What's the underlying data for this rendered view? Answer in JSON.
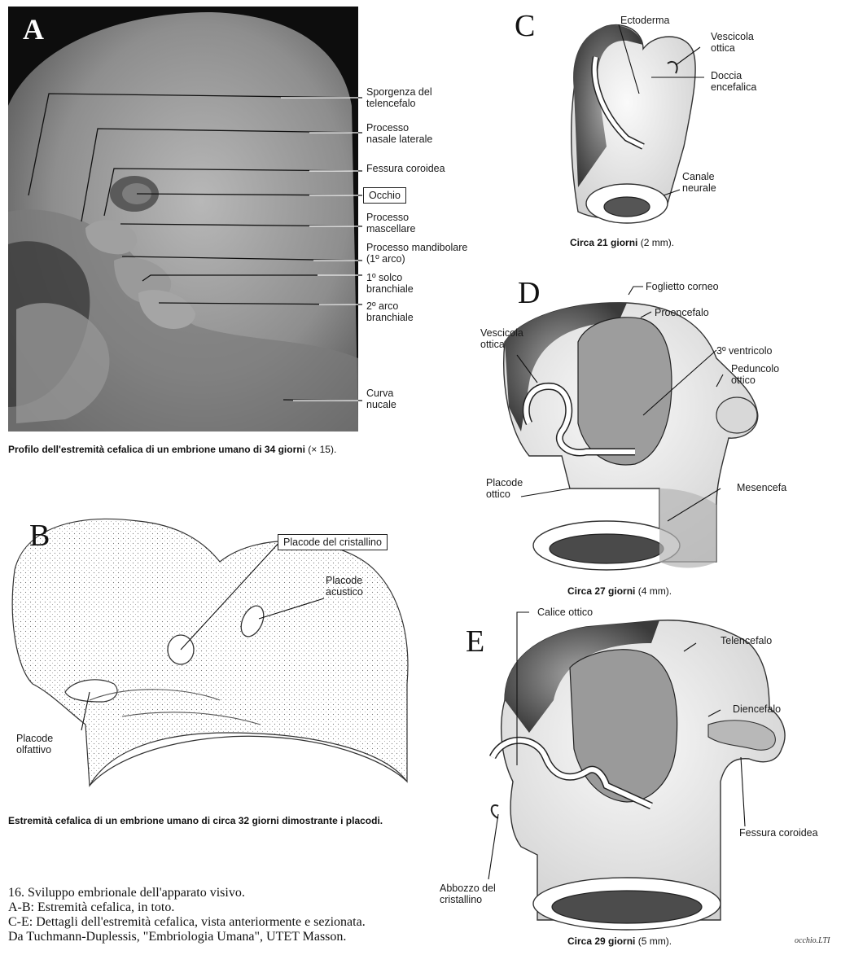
{
  "panelA": {
    "letter": "A",
    "labels": {
      "sporgenza": [
        "Sporgenza del",
        "telencefalo"
      ],
      "nasale": [
        "Processo",
        "nasale laterale"
      ],
      "fessura": [
        "Fessura coroidea"
      ],
      "occhio": [
        "Occhio"
      ],
      "mascellare": [
        "Processo",
        "mascellare"
      ],
      "mandibolare": [
        "Processo mandibolare",
        "(1º arco)"
      ],
      "solco": [
        "1º solco",
        "branchiale"
      ],
      "arco2": [
        "2º arco",
        "branchiale"
      ],
      "nucale": [
        "Curva",
        "nucale"
      ]
    },
    "caption_bold": "Profilo dell'estremità cefalica di un embrione umano di 34 giorni",
    "caption_rest": " (× 15)."
  },
  "panelB": {
    "letter": "B",
    "labels": {
      "cristallino": [
        "Placode del cristallino"
      ],
      "acustico": [
        "Placode",
        "acustico"
      ],
      "olfattivo": [
        "Placode",
        "olfattivo"
      ]
    },
    "caption_bold": "Estremità cefalica di un embrione umano di circa 32 giorni dimostrante i placodi."
  },
  "panelC": {
    "letter": "C",
    "labels": {
      "ectoderma": [
        "Ectoderma"
      ],
      "vescicola": [
        "Vescicola",
        "ottica"
      ],
      "doccia": [
        "Doccia",
        "encefalica"
      ],
      "canale": [
        "Canale",
        "neurale"
      ]
    },
    "caption_bold": "Circa 21 giorni",
    "caption_rest": " (2 mm)."
  },
  "panelD": {
    "letter": "D",
    "labels": {
      "foglietto": [
        "Foglietto corneo"
      ],
      "proencefalo": [
        "Proencefalo"
      ],
      "vescicola": [
        "Vescicola",
        "ottica"
      ],
      "ventricolo": [
        "3º ventricolo"
      ],
      "peduncolo": [
        "Peduncolo",
        "ottico"
      ],
      "placode": [
        "Placode",
        "ottico"
      ],
      "mesencefalo": [
        "Mesencefa"
      ]
    },
    "caption_bold": "Circa 27 giorni",
    "caption_rest": " (4 mm)."
  },
  "panelE": {
    "letter": "E",
    "labels": {
      "calice": [
        "Calice ottico"
      ],
      "telencefalo": [
        "Telencefalo"
      ],
      "diencefalo": [
        "Diencefalo"
      ],
      "fessura": [
        "Fessura coroidea"
      ],
      "abbozzo": [
        "Abbozzo del",
        "cristallino"
      ]
    },
    "caption_bold": "Circa 29 giorni",
    "caption_rest": " (5 mm)."
  },
  "footer": {
    "lines": [
      "16. Sviluppo embrionale dell'apparato visivo.",
      "A-B: Estremità cefalica, in toto.",
      "C-E: Dettagli dell'estremità cefalica, vista anteriormente e sezionata.",
      "Da Tuchmann-Duplessis, \"Embriologia Umana\", UTET Masson."
    ],
    "file_tag": "occhio.LTI"
  }
}
